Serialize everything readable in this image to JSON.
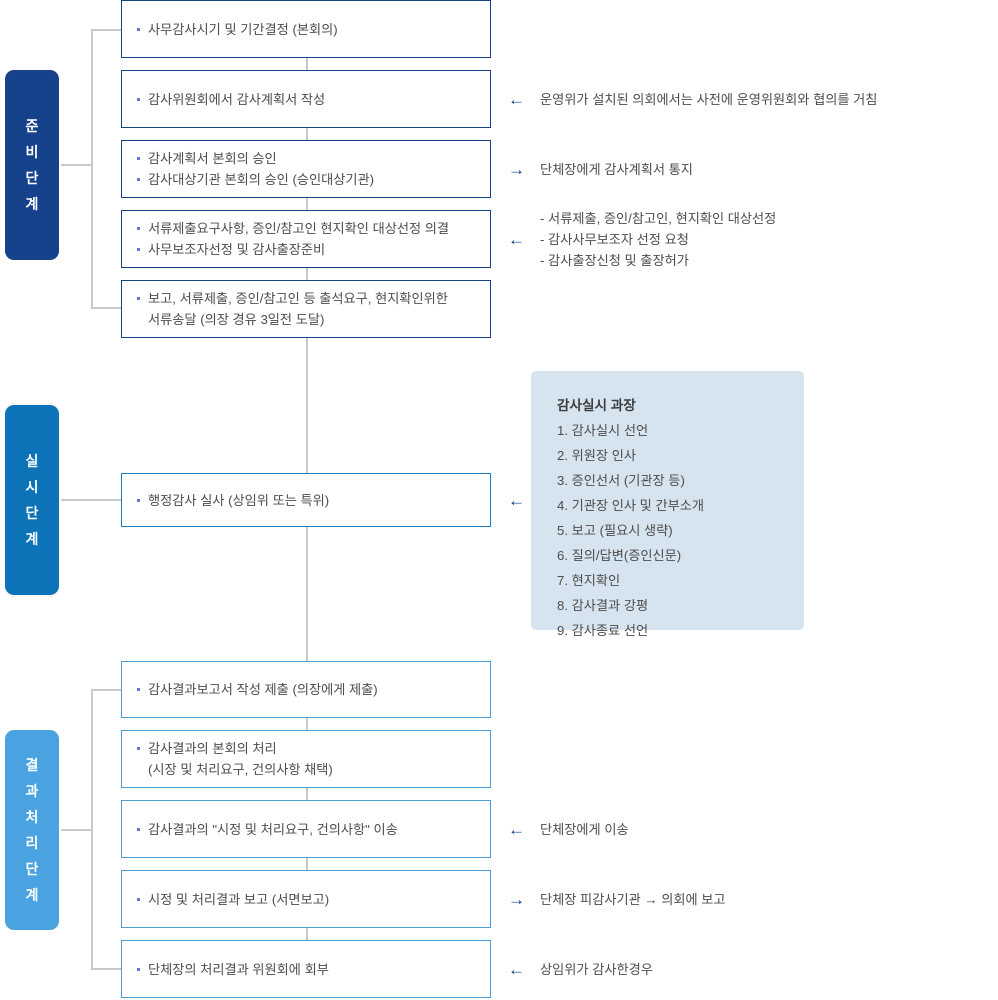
{
  "palette": {
    "stage1_bg": "#16428c",
    "stage2_bg": "#0d73b8",
    "stage3_bg": "#4aa3e0",
    "box_border_dark": "#16428c",
    "box_border_mid": "#1b7cc0",
    "box_border_light": "#4a9fd8",
    "info_panel_bg": "#d6e4ef",
    "arrow_color": "#0f3f8f",
    "connector_gray": "#c9c9c9",
    "text_color": "#4d4d4d"
  },
  "stages": [
    {
      "id": "preparation",
      "label": "준비단계",
      "chars": [
        "준",
        "비",
        "단",
        "계"
      ]
    },
    {
      "id": "execution",
      "label": "실시단계",
      "chars": [
        "실",
        "시",
        "단",
        "계"
      ]
    },
    {
      "id": "result",
      "label": "결과처리단계",
      "chars": [
        "결",
        "과",
        "처",
        "리",
        "단",
        "계"
      ]
    }
  ],
  "boxes": [
    {
      "id": "box1",
      "lines": [
        "사무감사시기 및 기간결정 (본회의)"
      ]
    },
    {
      "id": "box2",
      "lines": [
        "감사위원회에서 감사계획서 작성"
      ]
    },
    {
      "id": "box3",
      "lines": [
        "감사계획서 본회의 승인",
        "감사대상기관 본회의 승인 (승인대상기관)"
      ]
    },
    {
      "id": "box4",
      "lines": [
        "서류제출요구사항, 증인/참고인 현지확인 대상선정 의결",
        "사무보조자선정 및 감사출장준비"
      ]
    },
    {
      "id": "box5",
      "lines": [
        "보고, 서류제출, 증인/참고인 등 출석요구, 현지확인위한",
        "서류송달 (의장 경유 3일전 도달)"
      ],
      "continuation": [
        false,
        true
      ]
    },
    {
      "id": "box6",
      "lines": [
        "행정감사 실사 (상임위 또는 특위)"
      ]
    },
    {
      "id": "box7",
      "lines": [
        "감사결과보고서 작성 제출 (의장에게 제출)"
      ]
    },
    {
      "id": "box8",
      "lines": [
        "감사결과의 본회의 처리",
        "(시장 및 처리요구, 건의사항 채택)"
      ],
      "continuation": [
        false,
        true
      ]
    },
    {
      "id": "box9",
      "lines": [
        "감사결과의 \"시정 및 처리요구, 건의사항\" 이송"
      ]
    },
    {
      "id": "box10",
      "lines": [
        "시정 및 처리결과 보고 (서면보고)"
      ]
    },
    {
      "id": "box11",
      "lines": [
        "단체장의 처리결과 위원회에 회부"
      ]
    }
  ],
  "annotations": [
    {
      "id": "anno1",
      "direction": "left",
      "arrow_glyph": "←",
      "lines": [
        "운영위가 설치된 의회에서는 사전에 운영위원회와 협의를 거침"
      ]
    },
    {
      "id": "anno2",
      "direction": "right",
      "arrow_glyph": "→",
      "lines": [
        "단체장에게 감사계획서 통지"
      ]
    },
    {
      "id": "anno3",
      "direction": "left",
      "arrow_glyph": "←",
      "lines": [
        "- 서류제출, 증인/참고인, 현지확인 대상선정",
        "- 감사사무보조자 선정 요청",
        "- 감사출장신청 및 출장허가"
      ]
    },
    {
      "id": "anno4",
      "direction": "left",
      "arrow_glyph": "←",
      "lines": [
        "단체장에게 이송"
      ]
    },
    {
      "id": "anno5",
      "direction": "right",
      "arrow_glyph": "→",
      "lines": [
        "단체장 피감사기관 → 의회에 보고"
      ]
    },
    {
      "id": "anno6",
      "direction": "left",
      "arrow_glyph": "←",
      "lines": [
        "상임위가 감사한경우"
      ]
    }
  ],
  "info_panel": {
    "title": "감사실시 과장",
    "items": [
      "1. 감사실시 선언",
      "2. 위원장 인사",
      "3. 증인선서 (기관장 등)",
      "4. 기관장 인사 및 간부소개",
      "5. 보고 (필요시 생략)",
      "6. 질의/답변(증인신문)",
      "7. 현지확인",
      "8. 감사결과 강평",
      "9. 감사종료 선언"
    ]
  },
  "info_panel_arrow": {
    "direction": "left",
    "arrow_glyph": "←"
  }
}
